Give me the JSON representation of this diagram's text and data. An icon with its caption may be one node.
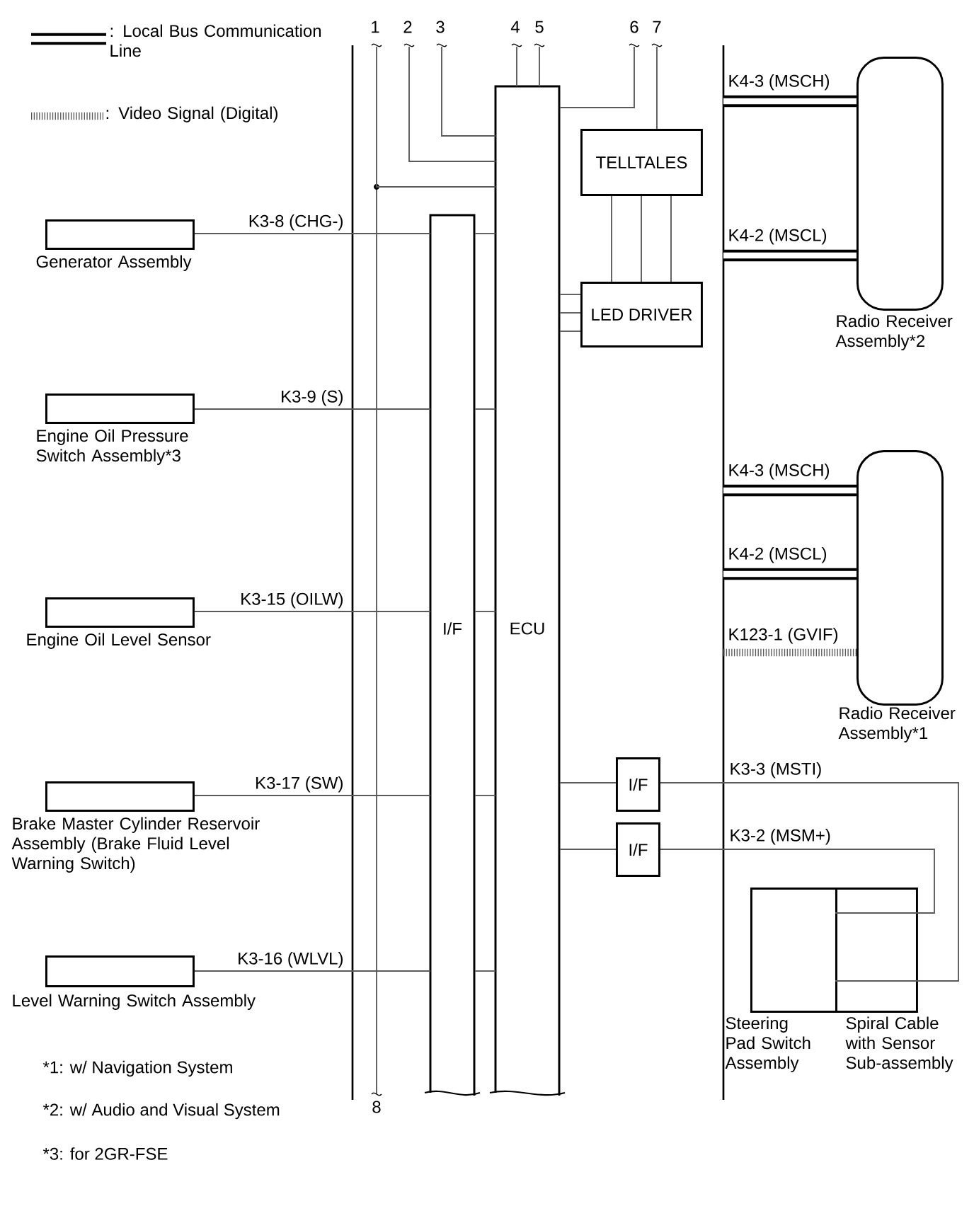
{
  "diagram": {
    "nodes": [
      {
        "text": [
          "Generator Assembly"
        ]
      },
      {
        "text": [
          "Engine Oil Pressure Switch Assembly*3"
        ]
      },
      {
        "text": [
          "Engine Oil Level Sensor"
        ]
      },
      {
        "text": [
          "Brake Master Cylinder Reservoir Assembly (Brake Fluid Level Warning Switch)"
        ]
      },
      {
        "text": [
          "Level Warning Switch Assembly"
        ]
      },
      {
        "text": [
          "I/F"
        ]
      },
      {
        "text": [
          "ECU"
        ]
      },
      {
        "text": [
          "TELLTALES"
        ]
      },
      {
        "text": [
          "LED DRIVER"
        ]
      },
      {
        "text": [
          "I/F"
        ]
      },
      {
        "text": [
          "I/F"
        ]
      },
      {
        "text": [
          "Radio Receiver Assembly*2"
        ]
      },
      {
        "text": [
          "Radio Receiver Assembly*1"
        ]
      },
      {
        "text": [
          "Steering Pad Switch Assembly"
        ]
      },
      {
        "text": [
          "Spiral Cable with Sensor Sub-assembly"
        ]
      }
    ],
    "edges": [
      {
        "from": 0,
        "to": 5,
        "arrow": "none",
        "label": "K3-8 (CHG-)"
      },
      {
        "from": 5,
        "to": 6,
        "arrow": "none"
      },
      {
        "from": 1,
        "to": 5,
        "arrow": "none",
        "label": "K3-9 (S)"
      },
      {
        "from": 5,
        "to": 6,
        "arrow": "none"
      },
      {
        "from": 2,
        "to": 5,
        "arrow": "none",
        "label": "K3-15 (OILW)"
      },
      {
        "from": 5,
        "to": 6,
        "arrow": "none"
      },
      {
        "from": 3,
        "to": 5,
        "arrow": "none",
        "label": "K3-17 (SW)"
      },
      {
        "from": 5,
        "to": 6,
        "arrow": "none"
      },
      {
        "from": 4,
        "to": 5,
        "arrow": "none",
        "label": "K3-16 (WLVL)"
      },
      {
        "from": 5,
        "to": 6,
        "arrow": "none"
      },
      {
        "from": null,
        "to": 6,
        "arrow": "none"
      },
      {
        "from": null,
        "to": 6,
        "arrow": "none"
      },
      {
        "from": null,
        "to": 6,
        "arrow": "none"
      },
      {
        "from": null,
        "to": 6,
        "arrow": "none"
      },
      {
        "from": null,
        "to": 6,
        "arrow": "none"
      },
      {
        "from": 6,
        "to": null,
        "arrow": "none"
      },
      {
        "from": null,
        "to": 7,
        "arrow": "none"
      },
      {
        "from": 7,
        "to": 8,
        "arrow": "none"
      },
      {
        "from": 7,
        "to": 8,
        "arrow": "none"
      },
      {
        "from": 7,
        "to": 8,
        "arrow": "none"
      },
      {
        "from": 6,
        "to": 8,
        "arrow": "none"
      },
      {
        "from": 6,
        "to": 8,
        "arrow": "none"
      },
      {
        "from": 6,
        "to": 8,
        "arrow": "none"
      },
      {
        "from": null,
        "to": 11,
        "arrow": "none",
        "label": "K4-3 (MSCH)",
        "style": "thick"
      },
      {
        "from": null,
        "to": 11,
        "arrow": "none",
        "label": "K4-2 (MSCL)",
        "style": "thick"
      },
      {
        "from": null,
        "to": 12,
        "arrow": "none",
        "label": "K4-3 (MSCH)",
        "style": "thick"
      },
      {
        "from": null,
        "to": 12,
        "arrow": "none",
        "label": "K4-2 (MSCL)",
        "style": "thick"
      },
      {
        "from": null,
        "to": 12,
        "arrow": "none",
        "label": "K123-1 (GVIF)",
        "style": "dashed"
      },
      {
        "from": 6,
        "to": 9,
        "arrow": "none"
      },
      {
        "from": 9,
        "to": 14,
        "arrow": "none",
        "label": "K3-3 (MSTI)"
      },
      {
        "from": 6,
        "to": 10,
        "arrow": "none"
      },
      {
        "from": 10,
        "to": 14,
        "arrow": "none",
        "label": "K3-2 (MSM+)"
      }
    ],
    "labels": [
      "1",
      "2",
      "3",
      "4",
      "5",
      "6",
      "7",
      "8",
      "*1: w/ Navigation System",
      "*2: w/ Audio and Visual System",
      "*3: for 2GR-FSE"
    ],
    "legend": [
      {
        "text": ": Local Bus Communication Line"
      },
      {
        "text": ": Video Signal (Digital)"
      }
    ]
  }
}
